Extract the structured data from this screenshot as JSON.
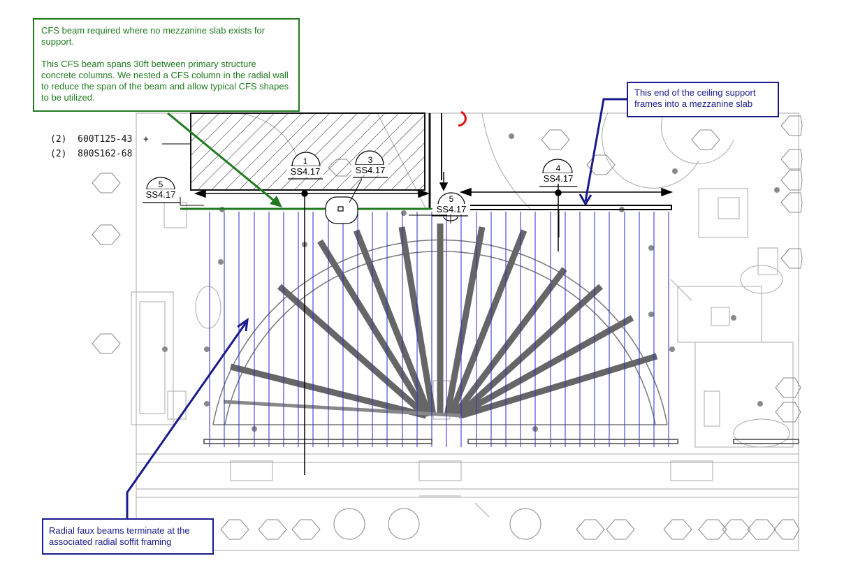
{
  "callouts": {
    "cfs_beam": {
      "line1": "CFS beam required where no mezzanine slab exists for support.",
      "line2": "This CFS beam spans 30ft between primary structure concrete columns.  We nested a CFS column in the radial wall to reduce the span of the beam and allow typical CFS shapes to be utilized."
    },
    "ceiling_support": "This end of the ceiling support frames into a mezzanine slab",
    "radial_faux": "Radial faux beams terminate at the associated radial soffit framing"
  },
  "member_sizes": [
    "(2)  600T125-43  +",
    "(2)  800S162-68"
  ],
  "section_tags": [
    {
      "num": "5",
      "ref": "SS4.17"
    },
    {
      "num": "1",
      "ref": "SS4.17"
    },
    {
      "num": "3",
      "ref": "SS4.17"
    },
    {
      "num": "5",
      "ref": "SS4.17"
    },
    {
      "num": "4",
      "ref": "SS4.17"
    }
  ],
  "colors": {
    "green_callout": "#1f7a1f",
    "blue_callout": "#1a1a8c",
    "framing_lines": "#2a2acc",
    "plan_linework": "#9a9a9a"
  }
}
